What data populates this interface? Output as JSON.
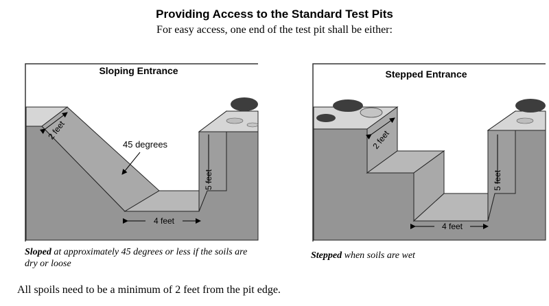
{
  "title": "Providing Access to the Standard Test Pits",
  "subtitle": "For easy access, one end of the test pit shall be either:",
  "sloping": {
    "heading": "Sloping Entrance",
    "width_label": "2 feet",
    "angle_label": "45 degrees",
    "depth_label": "5 feet",
    "bottom_label": "4 feet",
    "caption_bold": "Sloped",
    "caption_rest": "at approximately 45 degrees or less if the soils are dry or loose"
  },
  "stepped": {
    "heading": "Stepped Entrance",
    "width_label": "2 feet",
    "depth_label": "5 feet",
    "bottom_label": "4 feet",
    "caption_bold": "Stepped",
    "caption_rest": "when soils are wet"
  },
  "footer": "All spoils need to be a minimum of 2 feet from the pit edge.",
  "colors": {
    "ground_front": "#959595",
    "ground_top": "#d6d6d6",
    "slope_face": "#a9a9a9",
    "panel_bg": "#ffffff",
    "rock": "#3d3d3d"
  }
}
